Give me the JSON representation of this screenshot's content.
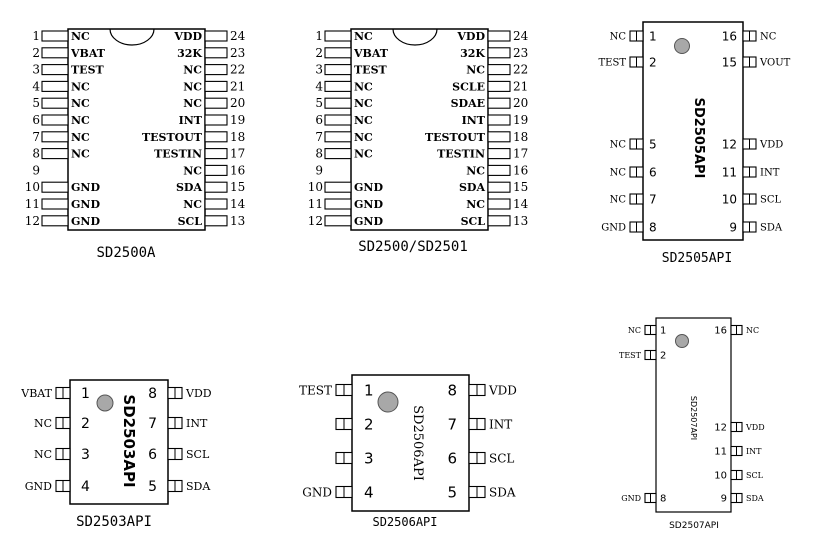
{
  "chips": [
    {
      "id": "sd2500a",
      "caption": "SD2500A",
      "pins": [
        {
          "num": "1",
          "label": "NC"
        },
        {
          "num": "2",
          "label": "VBAT"
        },
        {
          "num": "3",
          "label": "TEST"
        },
        {
          "num": "4",
          "label": "NC"
        },
        {
          "num": "5",
          "label": "NC"
        },
        {
          "num": "6",
          "label": "NC"
        },
        {
          "num": "7",
          "label": "NC"
        },
        {
          "num": "8",
          "label": "NC"
        },
        {
          "num": "9",
          "label": ""
        },
        {
          "num": "10",
          "label": "GND"
        },
        {
          "num": "11",
          "label": "GND"
        },
        {
          "num": "12",
          "label": "GND"
        },
        {
          "num": "13",
          "label": "SCL"
        },
        {
          "num": "14",
          "label": "NC"
        },
        {
          "num": "15",
          "label": "SDA"
        },
        {
          "num": "16",
          "label": "NC"
        },
        {
          "num": "17",
          "label": "TESTIN"
        },
        {
          "num": "18",
          "label": "TESTOUT"
        },
        {
          "num": "19",
          "label": "INT"
        },
        {
          "num": "20",
          "label": "NC"
        },
        {
          "num": "21",
          "label": "NC"
        },
        {
          "num": "22",
          "label": "NC"
        },
        {
          "num": "23",
          "label": "32K"
        },
        {
          "num": "24",
          "label": "VDD"
        }
      ]
    },
    {
      "id": "sd2500-2501",
      "caption": "SD2500/SD2501",
      "pins": [
        {
          "num": "1",
          "label": "NC"
        },
        {
          "num": "2",
          "label": "VBAT"
        },
        {
          "num": "3",
          "label": "TEST"
        },
        {
          "num": "4",
          "label": "NC"
        },
        {
          "num": "5",
          "label": "NC"
        },
        {
          "num": "6",
          "label": "NC"
        },
        {
          "num": "7",
          "label": "NC"
        },
        {
          "num": "8",
          "label": "NC"
        },
        {
          "num": "9",
          "label": ""
        },
        {
          "num": "10",
          "label": "GND"
        },
        {
          "num": "11",
          "label": "GND"
        },
        {
          "num": "12",
          "label": "GND"
        },
        {
          "num": "13",
          "label": "SCL"
        },
        {
          "num": "14",
          "label": "NC"
        },
        {
          "num": "15",
          "label": "SDA"
        },
        {
          "num": "16",
          "label": "NC"
        },
        {
          "num": "17",
          "label": "TESTIN"
        },
        {
          "num": "18",
          "label": "TESTOUT"
        },
        {
          "num": "19",
          "label": "INT"
        },
        {
          "num": "20",
          "label": "SDAE"
        },
        {
          "num": "21",
          "label": "SCLE"
        },
        {
          "num": "22",
          "label": "NC"
        },
        {
          "num": "23",
          "label": "32K"
        },
        {
          "num": "24",
          "label": "VDD"
        }
      ]
    },
    {
      "id": "sd2505api",
      "caption": "SD2505API",
      "body_text": "SD2505API",
      "pins": [
        {
          "num": "1",
          "label": "NC"
        },
        {
          "num": "2",
          "label": "TEST"
        },
        {
          "num": "5",
          "label": "NC"
        },
        {
          "num": "6",
          "label": "NC"
        },
        {
          "num": "7",
          "label": "NC"
        },
        {
          "num": "8",
          "label": "GND"
        },
        {
          "num": "9",
          "label": "SDA"
        },
        {
          "num": "10",
          "label": "SCL"
        },
        {
          "num": "11",
          "label": "INT"
        },
        {
          "num": "12",
          "label": "VDD"
        },
        {
          "num": "15",
          "label": "VOUT"
        },
        {
          "num": "16",
          "label": "NC"
        }
      ]
    },
    {
      "id": "sd2503api",
      "caption": "SD2503API",
      "body_text": "SD2503API",
      "pins": [
        {
          "num": "1",
          "label": "VBAT"
        },
        {
          "num": "2",
          "label": "NC"
        },
        {
          "num": "3",
          "label": "NC"
        },
        {
          "num": "4",
          "label": "GND"
        },
        {
          "num": "5",
          "label": "SDA"
        },
        {
          "num": "6",
          "label": "SCL"
        },
        {
          "num": "7",
          "label": "INT"
        },
        {
          "num": "8",
          "label": "VDD"
        }
      ]
    },
    {
      "id": "sd2506api",
      "caption": "SD2506API",
      "body_text": "SD2506API",
      "pins": [
        {
          "num": "1",
          "label": "TEST"
        },
        {
          "num": "2",
          "label": ""
        },
        {
          "num": "3",
          "label": ""
        },
        {
          "num": "4",
          "label": "GND"
        },
        {
          "num": "5",
          "label": "SDA"
        },
        {
          "num": "6",
          "label": "SCL"
        },
        {
          "num": "7",
          "label": "INT"
        },
        {
          "num": "8",
          "label": "VDD"
        }
      ]
    },
    {
      "id": "sd2507api",
      "caption": "SD2507API",
      "body_text": "SD2507API",
      "pins": [
        {
          "num": "1",
          "label": "NC"
        },
        {
          "num": "2",
          "label": "TEST"
        },
        {
          "num": "8",
          "label": "GND"
        },
        {
          "num": "9",
          "label": "SDA"
        },
        {
          "num": "10",
          "label": "SCL"
        },
        {
          "num": "11",
          "label": "INT"
        },
        {
          "num": "12",
          "label": "VDD"
        },
        {
          "num": "16",
          "label": "NC"
        }
      ]
    }
  ]
}
